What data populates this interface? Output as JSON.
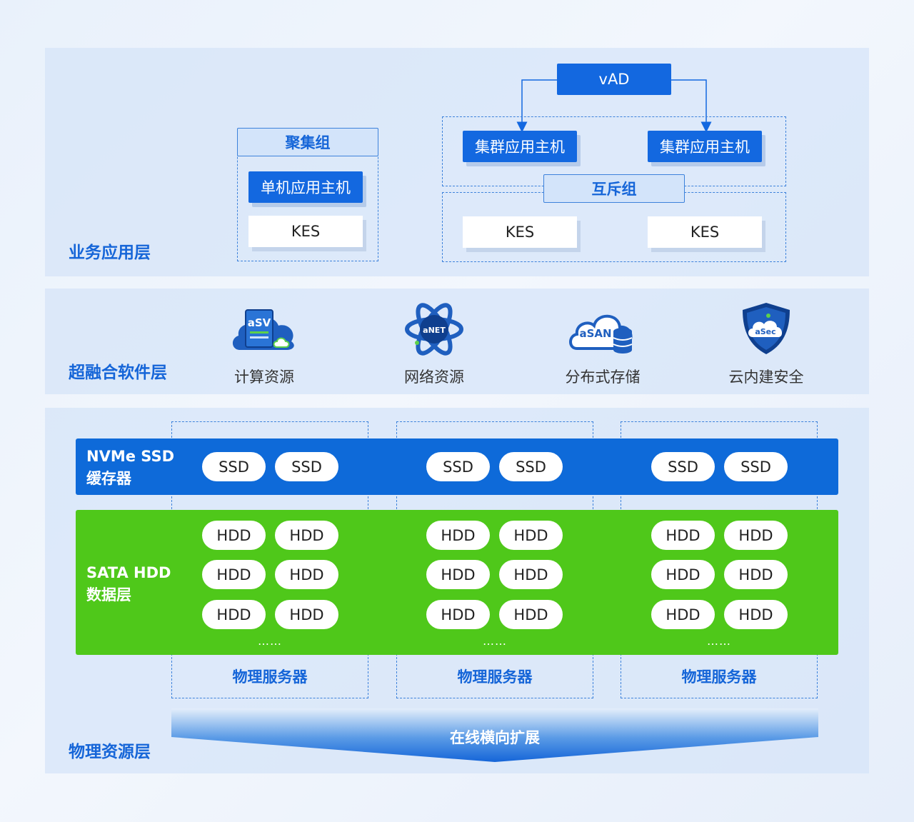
{
  "layers": {
    "business": "业务应用层",
    "software": "超融合软件层",
    "physical": "物理资源层"
  },
  "business": {
    "vad": "vAD",
    "aggregate_group": {
      "title": "聚集组",
      "host": "单机应用主机",
      "kes": "KES"
    },
    "cluster": {
      "host_left": "集群应用主机",
      "host_right": "集群应用主机",
      "mutex_title": "互斥组",
      "kes_left": "KES",
      "kes_right": "KES"
    }
  },
  "software": {
    "items": [
      {
        "badge": "aSV",
        "label": "计算资源",
        "icon": "asv-cloud-icon"
      },
      {
        "badge": "aNET",
        "label": "网络资源",
        "icon": "anet-orbit-icon"
      },
      {
        "badge": "aSAN",
        "label": "分布式存储",
        "icon": "asan-storage-icon"
      },
      {
        "badge": "aSec",
        "label": "云内建安全",
        "icon": "asec-shield-icon"
      }
    ]
  },
  "physical": {
    "ssd_band": {
      "line1": "NVMe SSD",
      "line2": "缓存器"
    },
    "hdd_band": {
      "line1": "SATA HDD",
      "line2": "数据层"
    },
    "servers": [
      {
        "ssd": [
          "SSD",
          "SSD"
        ],
        "hdd": [
          "HDD",
          "HDD",
          "HDD",
          "HDD",
          "HDD",
          "HDD"
        ],
        "more": "……",
        "label": "物理服务器"
      },
      {
        "ssd": [
          "SSD",
          "SSD"
        ],
        "hdd": [
          "HDD",
          "HDD",
          "HDD",
          "HDD",
          "HDD",
          "HDD"
        ],
        "more": "……",
        "label": "物理服务器"
      },
      {
        "ssd": [
          "SSD",
          "SSD"
        ],
        "hdd": [
          "HDD",
          "HDD",
          "HDD",
          "HDD",
          "HDD",
          "HDD"
        ],
        "more": "……",
        "label": "物理服务器"
      }
    ],
    "scale_out": "在线横向扩展"
  },
  "colors": {
    "primary_blue": "#1368e0",
    "ssd_band": "#0e6ad9",
    "hdd_band": "#4fc81a",
    "label_blue": "#1565d8"
  }
}
